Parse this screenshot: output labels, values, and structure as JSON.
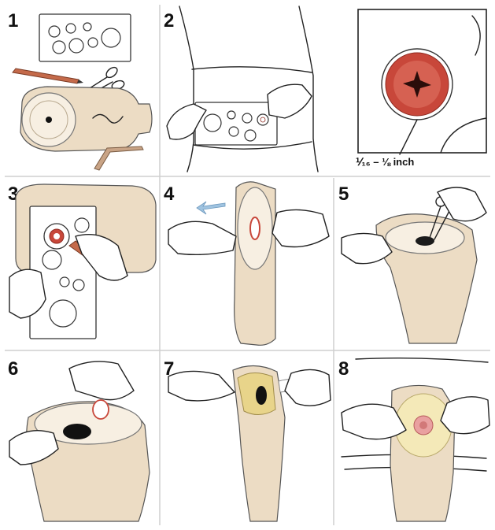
{
  "steps": [
    {
      "number": "1"
    },
    {
      "number": "2"
    },
    {
      "number": "3"
    },
    {
      "number": "4"
    },
    {
      "number": "5"
    },
    {
      "number": "6"
    },
    {
      "number": "7"
    },
    {
      "number": "8"
    }
  ],
  "inset": {
    "size_label": "⅟₁₆ – ⅛ inch"
  },
  "colors": {
    "pouch": "#ecdcc4",
    "wafer": "#f7efe2",
    "stoma": "#c8473a",
    "adhesive": "#e8d48a",
    "arrow": "#9fc3e0",
    "pen": "#c46a4a"
  }
}
